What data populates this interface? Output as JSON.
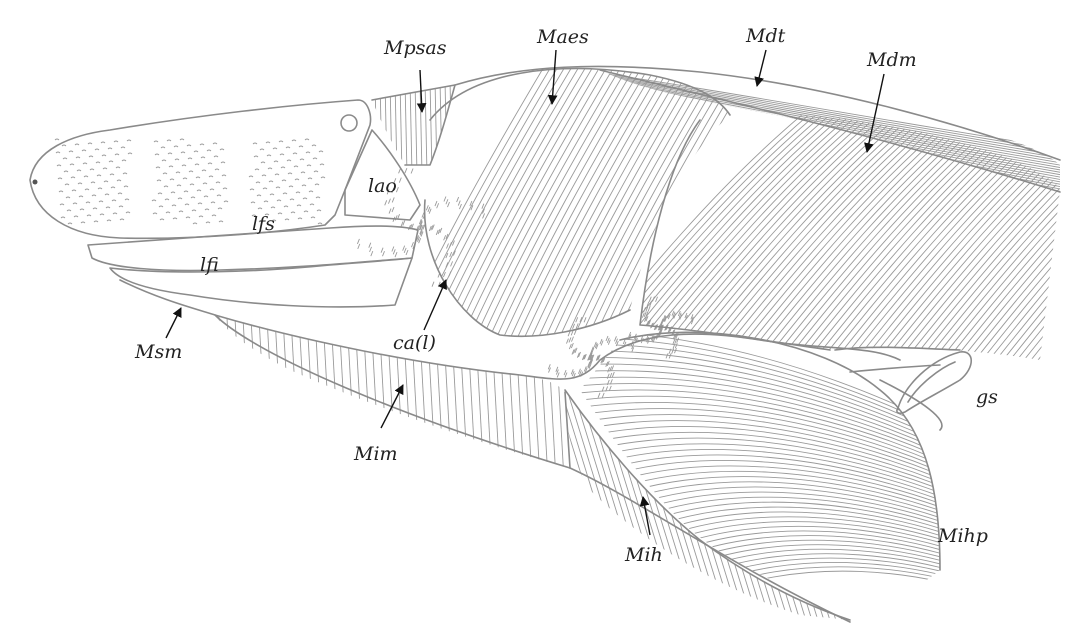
{
  "figure": {
    "labels": [
      {
        "id": "mpsas",
        "text": "Mpsas"
      },
      {
        "id": "maes",
        "text": "Maes"
      },
      {
        "id": "mdt",
        "text": "Mdt"
      },
      {
        "id": "mdm",
        "text": "Mdm"
      },
      {
        "id": "lao",
        "text": "lao"
      },
      {
        "id": "lfs",
        "text": "lfs"
      },
      {
        "id": "lfi",
        "text": "lfi"
      },
      {
        "id": "msm",
        "text": "Msm"
      },
      {
        "id": "cal",
        "text": "ca(l)"
      },
      {
        "id": "gs",
        "text": "gs"
      },
      {
        "id": "mim",
        "text": "Mim"
      },
      {
        "id": "mih",
        "text": "Mih"
      },
      {
        "id": "mihp",
        "text": "Mihp"
      }
    ],
    "colors": {
      "line": "#8a8a8a",
      "fiber": "#9a9a9a",
      "text": "#222222",
      "arrow": "#111111"
    }
  }
}
